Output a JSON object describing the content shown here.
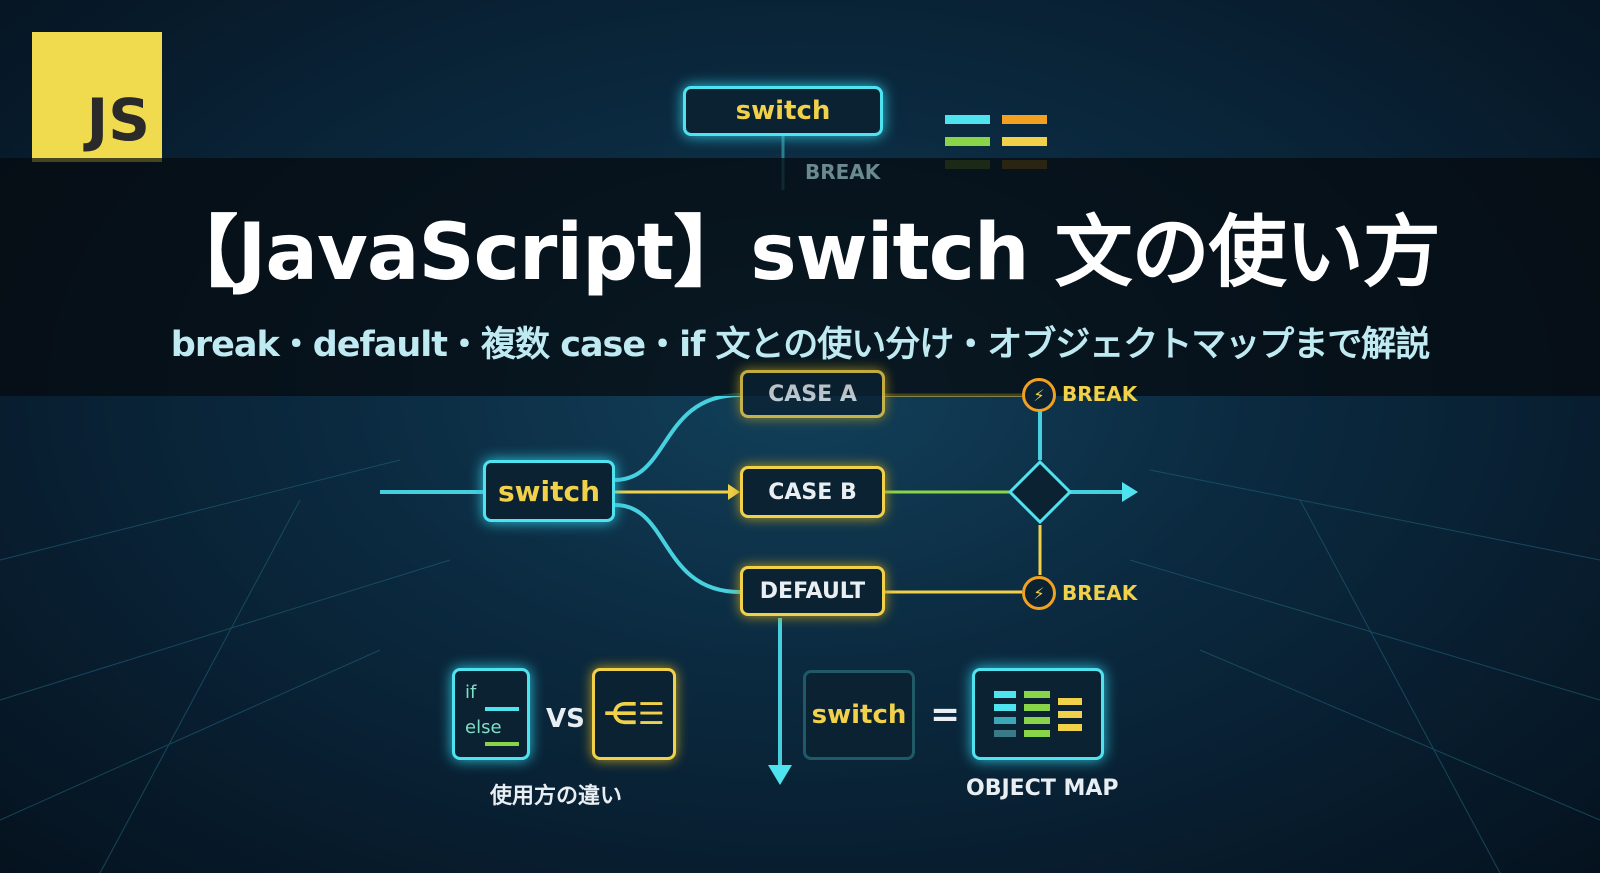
{
  "logo": {
    "text": "JS",
    "color": "#f0db4f"
  },
  "title": "【JavaScript】switch 文の使い方",
  "subtitle": "break・default・複数 case・if 文との使い分け・オブジェクトマップまで解説",
  "diagram": {
    "top_switch": "switch",
    "top_break": "BREAK",
    "main_switch": "switch",
    "cases": [
      "CASE A",
      "CASE B",
      "DEFAULT"
    ],
    "break_labels": [
      "BREAK",
      "BREAK"
    ],
    "if_label": "if",
    "else_label": "else",
    "vs_label": "VS",
    "compare_caption": "使用方の違い",
    "bottom_switch": "switch",
    "equals": "=",
    "object_map_caption": "OBJECT MAP"
  },
  "colors": {
    "cyan": "#4fe3f0",
    "yellow": "#f2d14a",
    "green": "#8ad44a",
    "background": "#0b2a40"
  }
}
